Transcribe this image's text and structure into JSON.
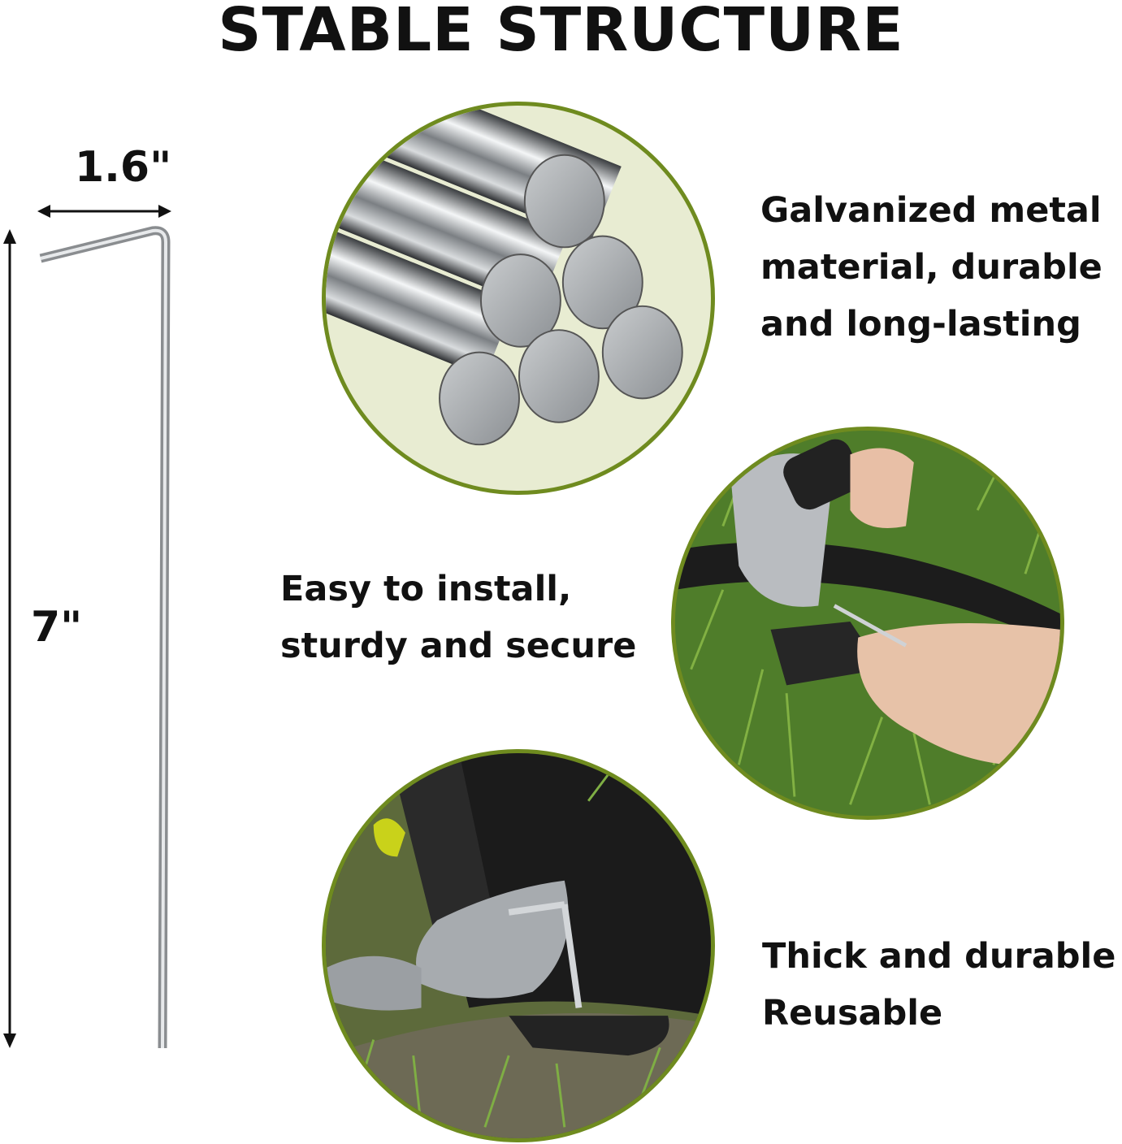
{
  "title": "STABLE STRUCTURE",
  "dimensions": {
    "width_label": "1.6\"",
    "height_label": "7\""
  },
  "features": [
    {
      "lines": [
        "Galvanized metal",
        "material, durable",
        "and long-lasting"
      ]
    },
    {
      "lines": [
        "Easy to install,",
        "sturdy and secure"
      ]
    },
    {
      "lines": [
        "Thick and durable",
        "Reusable"
      ]
    }
  ],
  "colors": {
    "circle_border": "#6f8b1f",
    "metal_bg": "#e8ecd2",
    "grass": "#4f7d2a"
  },
  "icons": [
    "stake-pin-icon",
    "arrow-horizontal-icon",
    "arrow-vertical-icon"
  ]
}
